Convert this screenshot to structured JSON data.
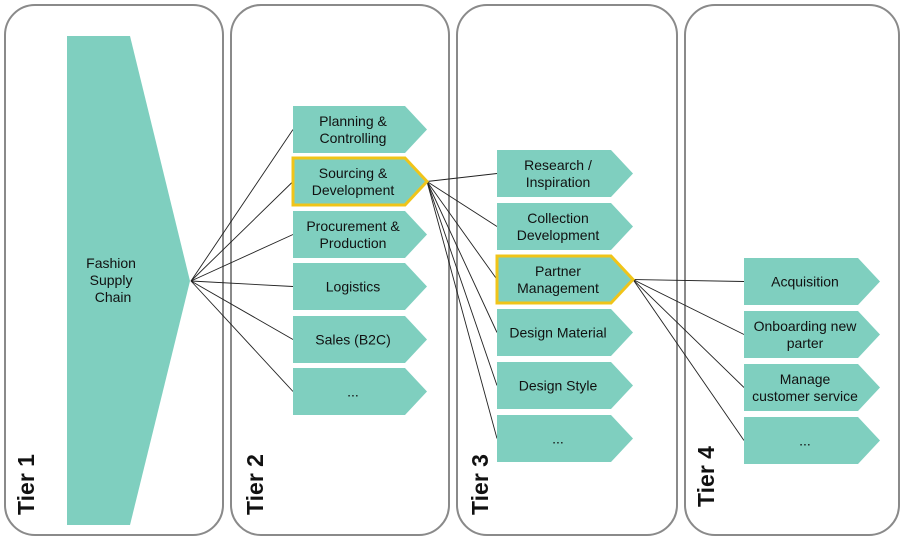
{
  "tiers": [
    {
      "label": "Tier 1"
    },
    {
      "label": "Tier 2"
    },
    {
      "label": "Tier 3"
    },
    {
      "label": "Tier 4"
    }
  ],
  "tier1_root": {
    "label": [
      "Fashion",
      "Supply",
      "Chain"
    ]
  },
  "tier2": [
    {
      "id": "planning",
      "label": [
        "Planning &",
        "Controlling"
      ]
    },
    {
      "id": "sourcing",
      "label": [
        "Sourcing &",
        "Development"
      ],
      "highlight": true
    },
    {
      "id": "procurement",
      "label": [
        "Procurement &",
        "Production"
      ]
    },
    {
      "id": "logistics",
      "label": [
        "Logistics"
      ]
    },
    {
      "id": "sales",
      "label": [
        "Sales (B2C)"
      ]
    },
    {
      "id": "more",
      "label": [
        "..."
      ]
    }
  ],
  "tier3": [
    {
      "id": "research",
      "label": [
        "Research /",
        "Inspiration"
      ]
    },
    {
      "id": "collection",
      "label": [
        "Collection",
        "Development"
      ]
    },
    {
      "id": "partner",
      "label": [
        "Partner",
        "Management"
      ],
      "highlight": true
    },
    {
      "id": "design-material",
      "label": [
        "Design Material"
      ]
    },
    {
      "id": "design-style",
      "label": [
        "Design Style"
      ]
    },
    {
      "id": "more",
      "label": [
        "..."
      ]
    }
  ],
  "tier4": [
    {
      "id": "acquisition",
      "label": [
        "Acquisition"
      ]
    },
    {
      "id": "onboarding",
      "label": [
        "Onboarding new",
        "parter"
      ]
    },
    {
      "id": "customer-service",
      "label": [
        "Manage",
        "customer service"
      ]
    },
    {
      "id": "more",
      "label": [
        "..."
      ]
    }
  ],
  "colors": {
    "box_fill": "#7fcfbf",
    "highlight_border": "#f0c419",
    "panel_border": "#8a8a8a",
    "connector": "#222222"
  }
}
